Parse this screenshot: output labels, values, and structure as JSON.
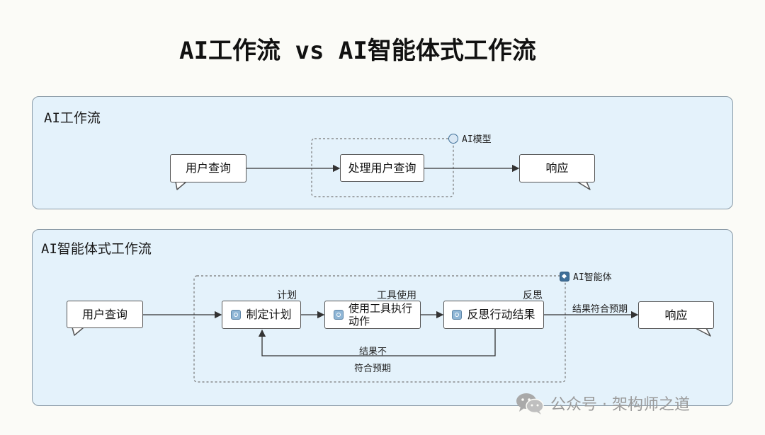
{
  "title": "AI工作流 vs AI智能体式工作流",
  "workflow": {
    "panel_title": "AI工作流",
    "model_tag": "AI模型",
    "nodes": {
      "query": "用户查询",
      "process": "处理用户查询",
      "response": "响应"
    }
  },
  "agentic": {
    "panel_title": "AI智能体式工作流",
    "agent_tag": "AI智能体",
    "nodes": {
      "query": "用户查询",
      "plan": "制定计划",
      "tool": "使用工具执行动作",
      "reflect": "反思行动结果",
      "response": "响应"
    },
    "labels": {
      "plan": "计划",
      "tool": "工具使用",
      "reflect": "反思",
      "meets": "结果符合预期",
      "not_meets_1": "结果不",
      "not_meets_2": "符合预期"
    }
  },
  "watermark": "公众号 · 架构师之道",
  "colors": {
    "panel_bg": "#e4f2fb",
    "panel_border": "#8a9aa6",
    "background": "#fbfbf7"
  }
}
